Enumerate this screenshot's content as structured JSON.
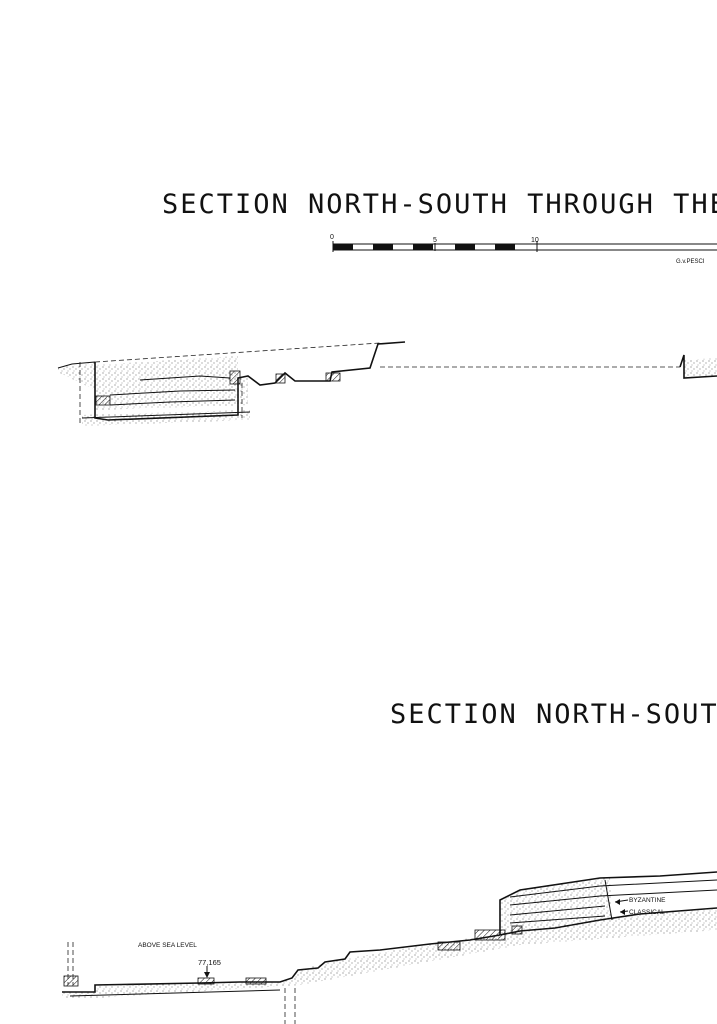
{
  "section1": {
    "title": "SECTION NORTH-SOUTH THROUGH THE",
    "scale_ticks": [
      "0",
      "5",
      "10"
    ],
    "author": "G.v.PESCI"
  },
  "section2": {
    "title": "SECTION NORTH-SOUTH",
    "label_sea_level": "ABOVE SEA LEVEL",
    "elevation": "77,165",
    "label_byzantine": "BYZANTINE",
    "label_classical": "CLASSICAL"
  }
}
